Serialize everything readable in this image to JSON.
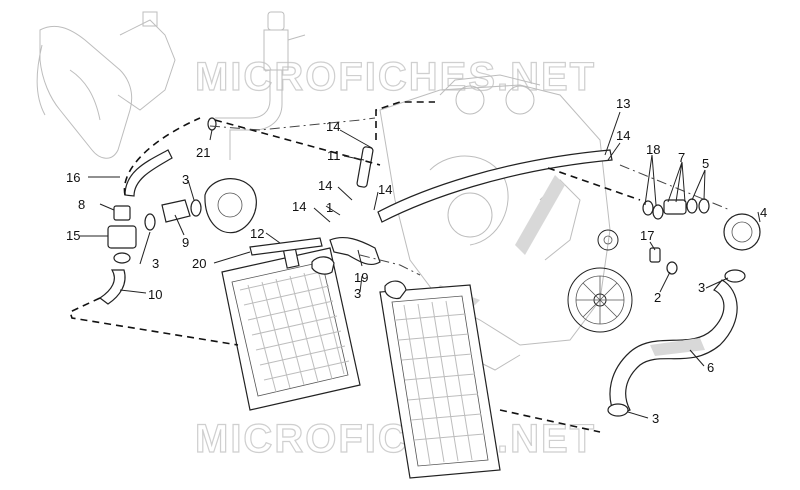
{
  "watermark": {
    "text": "MICROFICHES.NET"
  },
  "callouts": [
    {
      "id": "c13",
      "text": "13"
    },
    {
      "id": "c14a",
      "text": "14"
    },
    {
      "id": "c14b",
      "text": "14"
    },
    {
      "id": "c14c",
      "text": "14"
    },
    {
      "id": "c14d",
      "text": "14"
    },
    {
      "id": "c14e",
      "text": "14"
    },
    {
      "id": "c18",
      "text": "18"
    },
    {
      "id": "c7",
      "text": "7"
    },
    {
      "id": "c5",
      "text": "5"
    },
    {
      "id": "c4",
      "text": "4"
    },
    {
      "id": "c11",
      "text": "11"
    },
    {
      "id": "c21",
      "text": "21"
    },
    {
      "id": "c16",
      "text": "16"
    },
    {
      "id": "c3a",
      "text": "3"
    },
    {
      "id": "c3b",
      "text": "3"
    },
    {
      "id": "c3c",
      "text": "3"
    },
    {
      "id": "c3d",
      "text": "3"
    },
    {
      "id": "c3e",
      "text": "3"
    },
    {
      "id": "c8",
      "text": "8"
    },
    {
      "id": "c15",
      "text": "15"
    },
    {
      "id": "c9",
      "text": "9"
    },
    {
      "id": "c1",
      "text": "1"
    },
    {
      "id": "c12",
      "text": "12"
    },
    {
      "id": "c20",
      "text": "20"
    },
    {
      "id": "c19",
      "text": "19"
    },
    {
      "id": "c17",
      "text": "17"
    },
    {
      "id": "c2",
      "text": "2"
    },
    {
      "id": "c10",
      "text": "10"
    },
    {
      "id": "c6",
      "text": "6"
    }
  ]
}
